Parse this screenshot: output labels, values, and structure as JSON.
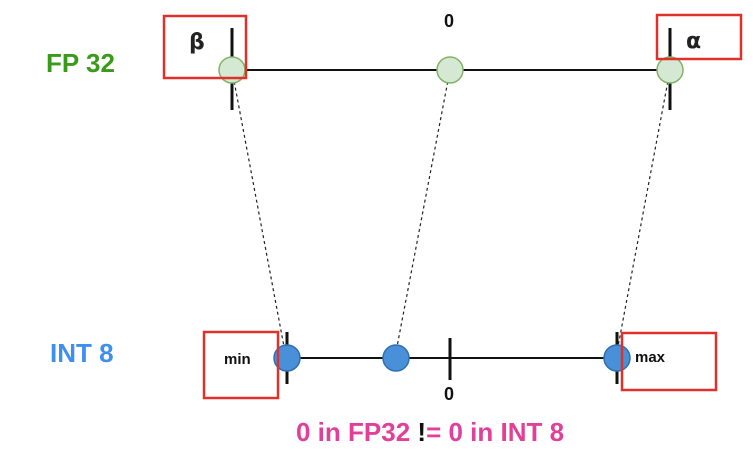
{
  "fp32": {
    "label": "FP 32",
    "label_color": "#3a9a1a",
    "beta": "β",
    "alpha": "α",
    "zero": "0",
    "point_fill": "#d5e8d4",
    "point_stroke": "#82b366"
  },
  "int8": {
    "label": "INT 8",
    "label_color": "#3d8ff0",
    "min": "min",
    "max": "max",
    "zero": "0",
    "point_fill": "#4a90d9",
    "point_stroke": "#2f6fb0"
  },
  "caption": {
    "part1": "0 in FP32 ",
    "part2": "!",
    "part3": "= 0 in INT 8",
    "color": "#e0409a",
    "bang_color": "#111111"
  },
  "highlight_color": "#e0302a"
}
